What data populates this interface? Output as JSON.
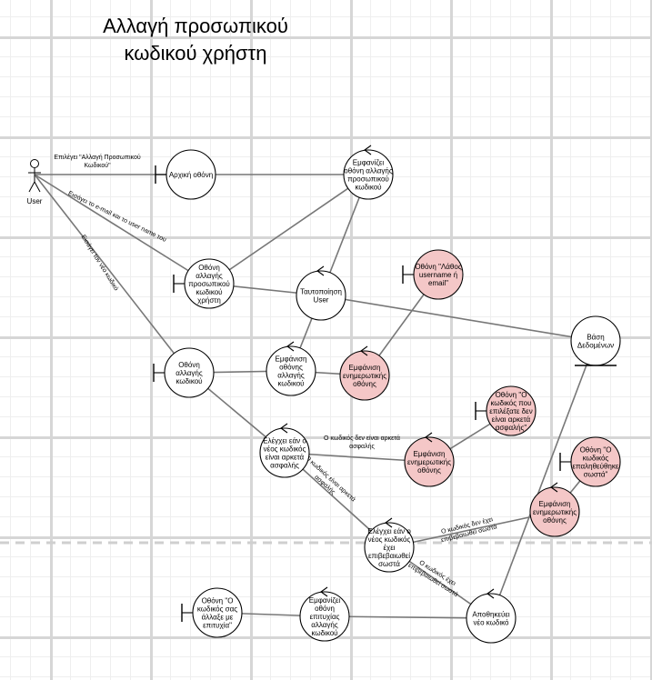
{
  "title": "Αλλαγή προσωπικού\nκωδικού χρήστη",
  "colors": {
    "stroke": "#000000",
    "line": "#777777",
    "node_fill": "#ffffff",
    "error_fill": "#f4c7c7"
  },
  "actor": {
    "id": "user",
    "label": "User"
  },
  "nodes": [
    {
      "id": "initial_screen",
      "kind": "boundary",
      "label": "Αρχική οθόνη"
    },
    {
      "id": "show_change_pw_screen",
      "kind": "control",
      "label": "Εμφανίζει\nοθόνη αλλαγής\nπροσωπικού\nκωδικού"
    },
    {
      "id": "change_pw_screen",
      "kind": "boundary",
      "label": "Οθόνη\nαλλαγής\nπροσωπικού\nκωδικού\nχρήστη"
    },
    {
      "id": "authenticate_user",
      "kind": "control",
      "label": "Ταυτοποίηση\nUser"
    },
    {
      "id": "msg_wrong_username",
      "kind": "boundary",
      "error": true,
      "label": "Οθόνη \"Λάθος\nusername ή\nemail\""
    },
    {
      "id": "database",
      "kind": "entity",
      "label": "Βάση\nΔεδομένων"
    },
    {
      "id": "password_change_screen",
      "kind": "boundary",
      "label": "Οθόνη\nαλλαγής\nκωδικού"
    },
    {
      "id": "show_change_screen",
      "kind": "control",
      "label": "Εμφάνιση\nοθόνης\nαλλαγής\nκωδικού"
    },
    {
      "id": "notify_1",
      "kind": "control",
      "error": true,
      "label": "Εμφάνιση\nενημερωτικής\nοθόνης"
    },
    {
      "id": "msg_weak_password",
      "kind": "boundary",
      "error": true,
      "label": "Οθόνη \"Ο\nκωδικός που\nεπιλέξατε δεν\nείναι αρκετά\nασφαλής\""
    },
    {
      "id": "check_strength",
      "kind": "control",
      "label": "Ελέγχει εάν ο\nνέος κωδικός\nείναι αρκετά\nασφαλής"
    },
    {
      "id": "notify_2",
      "kind": "control",
      "error": true,
      "label": "Εμφάνιση\nενημερωτικής\nοθόνης"
    },
    {
      "id": "msg_not_confirmed",
      "kind": "boundary",
      "error": true,
      "label": "Οθόνη \"Ο\nκωδικός\nεπαληθεύθηκε\nσωστά\""
    },
    {
      "id": "notify_3",
      "kind": "control",
      "error": true,
      "label": "Εμφάνιση\nενημερωτικής\nοθόνης"
    },
    {
      "id": "check_confirmation",
      "kind": "control",
      "label": "Ελέγχει εάν ο\nνέος κωδικός\nέχει\nεπιβεβαιωθεί\nσωστά"
    },
    {
      "id": "success_screen",
      "kind": "boundary",
      "label": "Οθόνη \"Ο\nκωδικός σας\nάλλαξε με\nεπιτυχία\""
    },
    {
      "id": "show_success",
      "kind": "control",
      "label": "Εμφανίζει\nοθόνη\nεπιτυχίας\nαλλαγής\nκωδικού"
    },
    {
      "id": "save_password",
      "kind": "control",
      "label": "Αποθηκεύει\nνέο κωδικό"
    }
  ],
  "edges": [
    {
      "from": "user",
      "to": "initial_screen",
      "label": "Επιλέγει \"Αλλαγή Προσωπικού\nΚωδικού\""
    },
    {
      "from": "initial_screen",
      "to": "show_change_pw_screen"
    },
    {
      "from": "show_change_pw_screen",
      "to": "change_pw_screen"
    },
    {
      "from": "user",
      "to": "change_pw_screen",
      "label": "Εισάγει το e-mail και το user name του"
    },
    {
      "from": "change_pw_screen",
      "to": "authenticate_user"
    },
    {
      "from": "authenticate_user",
      "to": "show_change_pw_screen"
    },
    {
      "from": "authenticate_user",
      "to": "database"
    },
    {
      "from": "authenticate_user",
      "to": "show_change_screen"
    },
    {
      "from": "msg_wrong_username",
      "to": "notify_1"
    },
    {
      "from": "user",
      "to": "password_change_screen",
      "label": "Εισάγει τον νέο κωδικό"
    },
    {
      "from": "password_change_screen",
      "to": "show_change_screen"
    },
    {
      "from": "show_change_screen",
      "to": "notify_1"
    },
    {
      "from": "password_change_screen",
      "to": "check_strength"
    },
    {
      "from": "check_strength",
      "to": "notify_2",
      "label": "Ο κωδικός δεν είναι αρκετά\nασφαλής"
    },
    {
      "from": "notify_2",
      "to": "msg_weak_password"
    },
    {
      "from": "check_strength",
      "to": "check_confirmation",
      "label": "Ο κωδικός είναι αρκετά\nασφαλής"
    },
    {
      "from": "check_confirmation",
      "to": "notify_3",
      "label": "Ο κωδικός δεν έχει\nεπιβεβαιωθεί σωστά"
    },
    {
      "from": "notify_3",
      "to": "msg_not_confirmed"
    },
    {
      "from": "check_confirmation",
      "to": "save_password",
      "label": "Ο κωδικός έχει\nεπιβεβαιωθεί σωστά"
    },
    {
      "from": "save_password",
      "to": "show_success"
    },
    {
      "from": "show_success",
      "to": "success_screen"
    },
    {
      "from": "save_password",
      "to": "database"
    }
  ]
}
